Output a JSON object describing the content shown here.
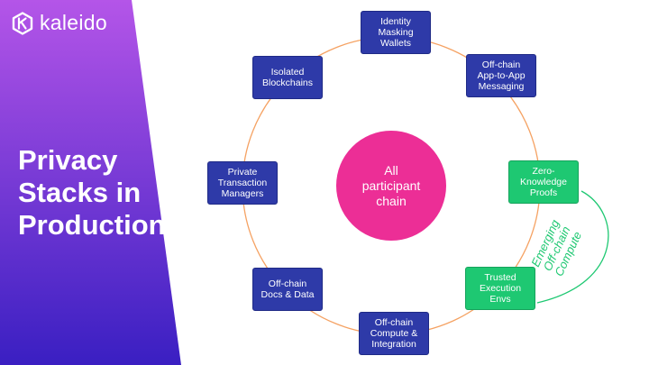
{
  "brand": {
    "name": "kaleido",
    "logo_icon": "kaleido-hexagon-icon",
    "gradient_top": "#b455e8",
    "gradient_bottom": "#3a1fc2"
  },
  "slide": {
    "title_lines": [
      "Privacy",
      "Stacks in",
      "Production"
    ]
  },
  "diagram": {
    "ring_color": "#f5a263",
    "hub": {
      "lines": [
        "All",
        "participant",
        "chain"
      ],
      "color": "#ec2e96"
    },
    "nodes": [
      {
        "id": "identity",
        "lines": [
          "Identity",
          "Masking",
          "Wallets"
        ],
        "style": "blue"
      },
      {
        "id": "app-messaging",
        "lines": [
          "Off-chain",
          "App-to-App",
          "Messaging"
        ],
        "style": "blue"
      },
      {
        "id": "zkp",
        "lines": [
          "Zero-",
          "Knowledge",
          "Proofs"
        ],
        "style": "green"
      },
      {
        "id": "tee",
        "lines": [
          "Trusted",
          "Execution",
          "Envs"
        ],
        "style": "green"
      },
      {
        "id": "compute",
        "lines": [
          "Off-chain",
          "Compute &",
          "Integration"
        ],
        "style": "blue"
      },
      {
        "id": "docs",
        "lines": [
          "Off-chain",
          "Docs & Data"
        ],
        "style": "blue"
      },
      {
        "id": "ptm",
        "lines": [
          "Private",
          "Transaction",
          "Managers"
        ],
        "style": "blue"
      },
      {
        "id": "isolated",
        "lines": [
          "Isolated",
          "Blockchains"
        ],
        "style": "blue"
      }
    ],
    "emerging": {
      "lines": [
        "Emerging",
        "Off-chain",
        "Compute"
      ],
      "color": "#1ec872"
    },
    "node_blue_color": "#2e3aa8",
    "node_green_color": "#1ec872"
  }
}
